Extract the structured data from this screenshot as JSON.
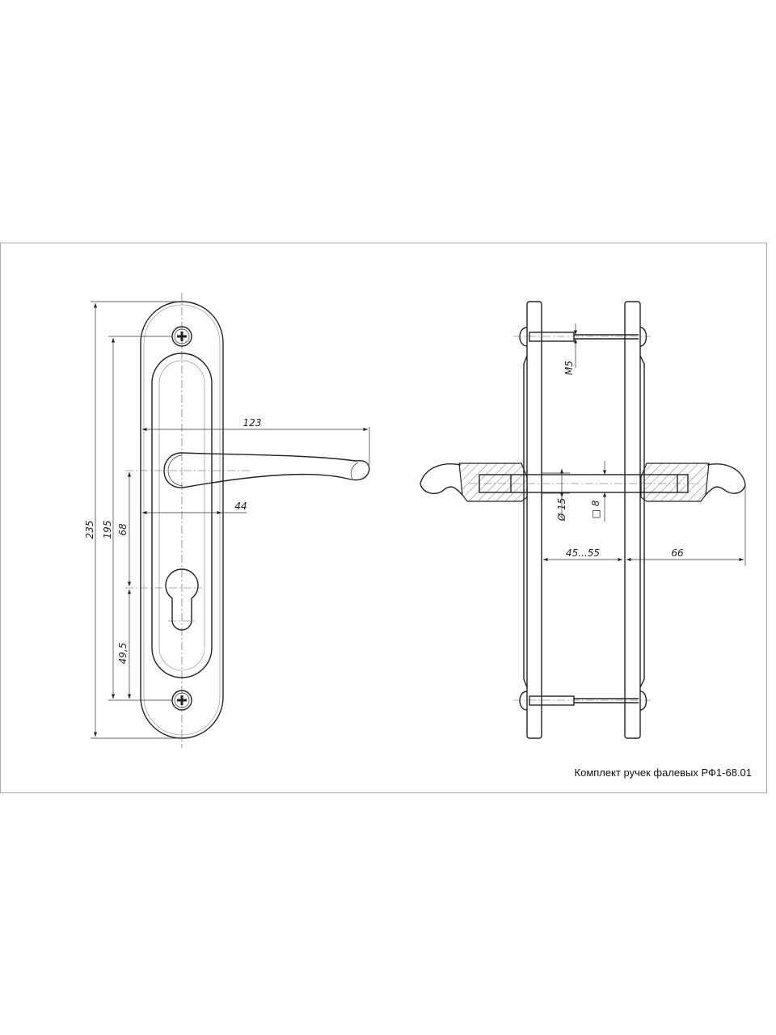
{
  "title": "Комплект ручек фалевых РФ1-68.01",
  "front_view": {
    "dimensions": {
      "overall_height": "235",
      "screw_spacing": "195",
      "handle_to_cylinder": "68",
      "cylinder_to_screw": "49,5",
      "handle_length": "123",
      "plate_width": "44"
    }
  },
  "section_view": {
    "dimensions": {
      "screw_thread": "M5",
      "spindle_bush_diameter": "Ø 15",
      "spindle_square": "□ 8",
      "door_thickness": "45...55",
      "handle_projection": "66"
    }
  }
}
